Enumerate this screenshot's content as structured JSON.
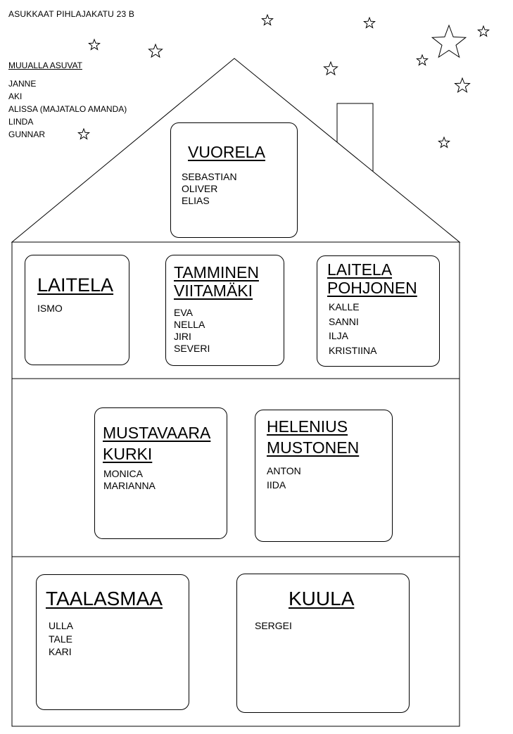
{
  "title": "ASUKKAAT PIHLAJAKATU 23 B",
  "others": {
    "heading": "MUUALLA ASUVAT",
    "names": [
      "JANNE",
      "AKI",
      "ALISSA (MAJATALO AMANDA)",
      "LINDA",
      "GUNNAR"
    ]
  },
  "apartments": {
    "vuorela": {
      "family": [
        "VUORELA"
      ],
      "residents": [
        "SEBASTIAN",
        "OLIVER",
        "ELIAS"
      ]
    },
    "laitela": {
      "family": [
        "LAITELA"
      ],
      "residents": [
        "ISMO"
      ]
    },
    "tamminen": {
      "family": [
        "TAMMINEN",
        "VIITAMÄKI"
      ],
      "residents": [
        "EVA",
        "NELLA",
        "JIRI",
        "SEVERI"
      ]
    },
    "laitela_pohjonen": {
      "family": [
        "LAITELA",
        "POHJONEN"
      ],
      "residents": [
        "KALLE",
        "SANNI",
        "ILJA",
        "KRISTIINA"
      ]
    },
    "mustavaara": {
      "family": [
        "MUSTAVAARA",
        "KURKI"
      ],
      "residents": [
        "MONICA",
        "MARIANNA"
      ]
    },
    "helenius": {
      "family": [
        "HELENIUS",
        "MUSTONEN"
      ],
      "residents": [
        "ANTON",
        "IIDA"
      ]
    },
    "taalasmaa": {
      "family": [
        "TAALASMAA"
      ],
      "residents": [
        "ULLA",
        "TALE",
        "KARI"
      ]
    },
    "kuula": {
      "family": [
        "KUULA"
      ],
      "residents": [
        "SERGEI"
      ]
    }
  },
  "decor": {
    "star_icon": "star-icon",
    "line_color": "#000000",
    "background": "#ffffff"
  }
}
